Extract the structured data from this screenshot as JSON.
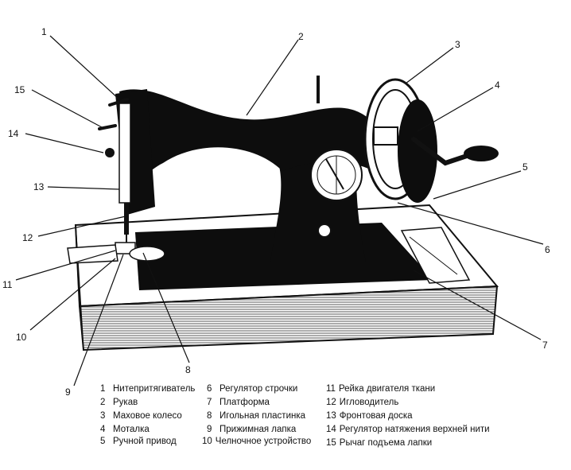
{
  "diagram": {
    "callouts": [
      "1",
      "2",
      "3",
      "4",
      "5",
      "6",
      "7",
      "8",
      "9",
      "10",
      "11",
      "12",
      "13",
      "14",
      "15"
    ],
    "legend": [
      {
        "num": "1",
        "label": "Нитепритягиватель"
      },
      {
        "num": "2",
        "label": "Рукав"
      },
      {
        "num": "3",
        "label": "Маховое колесо"
      },
      {
        "num": "4",
        "label": "Моталка"
      },
      {
        "num": "5",
        "label": "Ручной привод"
      },
      {
        "num": "6",
        "label": "Регулятор строчки"
      },
      {
        "num": "7",
        "label": "Платформа"
      },
      {
        "num": "8",
        "label": "Игольная пластинка"
      },
      {
        "num": "9",
        "label": "Прижимная лапка"
      },
      {
        "num": "10",
        "label": "Челночное устройство"
      },
      {
        "num": "11",
        "label": "Рейка двигателя ткани"
      },
      {
        "num": "12",
        "label": "Игловодитель"
      },
      {
        "num": "13",
        "label": "Фронтовая доска"
      },
      {
        "num": "14",
        "label": "Регулятор натяжения верхней нити"
      },
      {
        "num": "15",
        "label": "Рычаг подъема лапки"
      }
    ]
  }
}
